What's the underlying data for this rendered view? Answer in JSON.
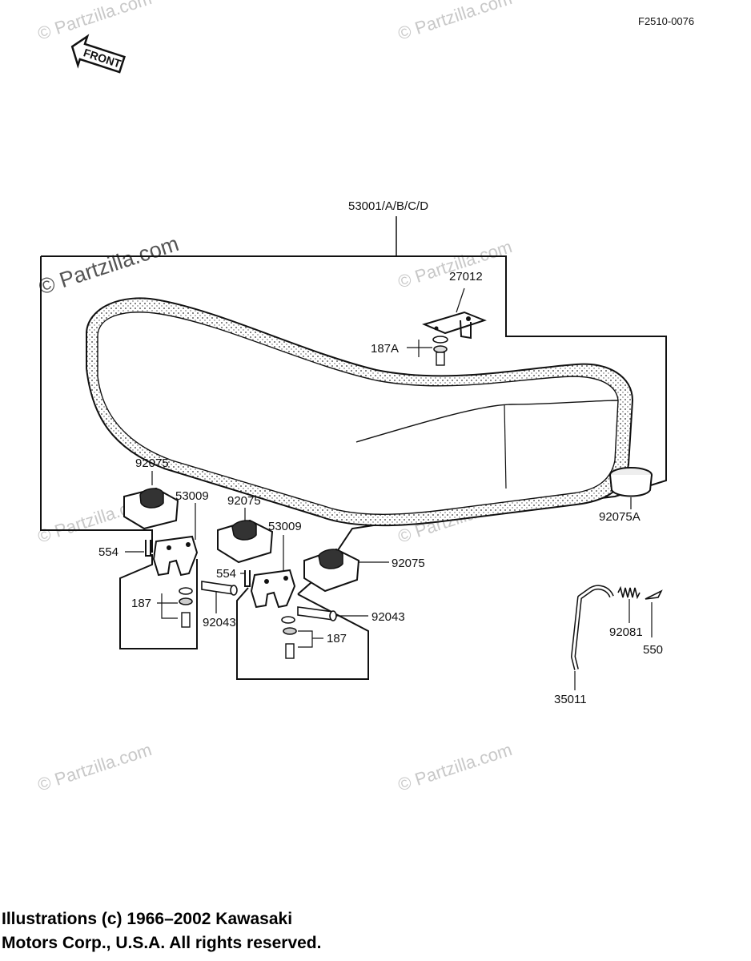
{
  "ref_code": "F2510-0076",
  "front_label": "FRONT",
  "watermark": "© Partzilla.com",
  "parts": {
    "seat": "53001/A/B/C/D",
    "hook": "27012",
    "bolt_top": "187A",
    "damper_left": "92075",
    "bracket_left": "53009",
    "damper_mid": "92075",
    "bracket_right": "53009",
    "damper_right": "92075",
    "cap": "92075A",
    "pin_left": "554",
    "pin_right": "554",
    "bolt_left": "187",
    "bolt_right": "187",
    "shaft_left": "92043",
    "shaft_right": "92043",
    "spring": "92081",
    "cotter": "550",
    "rod": "35011"
  },
  "copyright": {
    "line1": "Illustrations (c) 1966–2002 Kawasaki",
    "line2": "Motors Corp., U.S.A.  All rights reserved."
  }
}
